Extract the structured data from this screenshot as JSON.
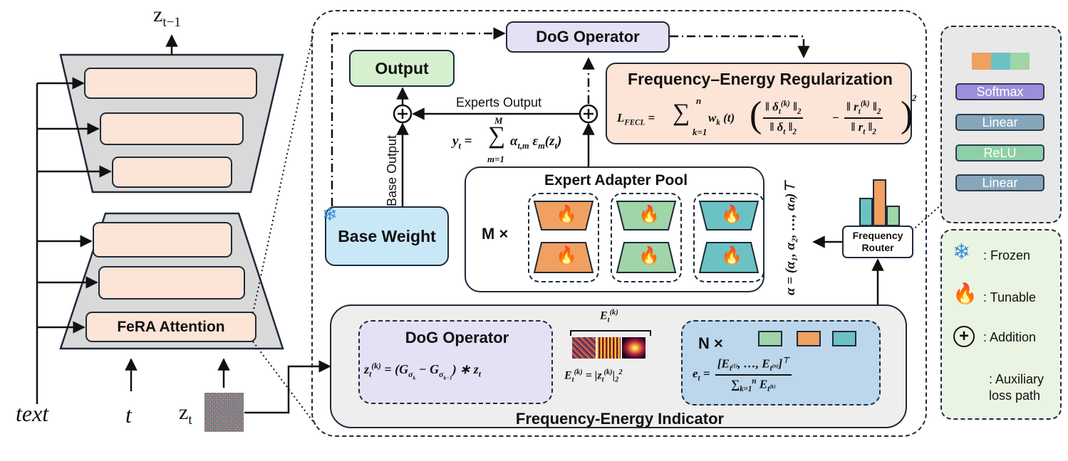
{
  "unet": {
    "top_label": "z",
    "top_sub": "t−1",
    "fera_label": "FeRA Attention",
    "input_text": "text",
    "input_t": "t",
    "input_z": "z",
    "input_z_sub": "t"
  },
  "main": {
    "dog_top_label": "DoG Operator",
    "output_label": "Output",
    "experts_output_label": "Experts Output",
    "base_output_label": "Base Output",
    "base_weight_label": "Base Weight",
    "fer_title": "Frequency–Energy Regularization",
    "fer_lhs": "L",
    "fer_lhs_sub": "FECL",
    "sum_upper_n": "n",
    "sum_lower_k1": "k=1",
    "yt_label": "y",
    "yt_sub": "t",
    "sum_upper_M": "M",
    "sum_lower_m1": "m=1",
    "pool_title": "Expert Adapter Pool",
    "pool_count": "M ×",
    "alpha_label": "α = (α₁, α₂, …, αₙ)⊤",
    "router_label_1": "Frequency",
    "router_label_2": "Router",
    "fei_title": "Frequency-Energy Indicator",
    "dog_inner_label": "DoG Operator",
    "energy_top": "E",
    "n_count": "N ×"
  },
  "router_stack": {
    "layers": [
      "Softmax",
      "Linear",
      "ReLU",
      "Linear"
    ]
  },
  "legend": {
    "items": [
      {
        "name": "frozen",
        "label": ": Frozen"
      },
      {
        "name": "tunable",
        "label": ": Tunable"
      },
      {
        "name": "addition",
        "label": ": Addition"
      },
      {
        "name": "auxiliary",
        "label": ": Auxiliary loss path"
      }
    ]
  },
  "colors": {
    "output_fill": "#d5f0cf",
    "dog_fill": "#e4e1f4",
    "base_weight_fill": "#c9e8f7",
    "fer_fill": "#fce4d6",
    "fei_fill": "#eeeeee",
    "energy_fill": "#bcd6ec",
    "orange": "#f0a060",
    "green": "#9fd5a8",
    "teal": "#6cc2c2",
    "router_panel": "#e8e8e8",
    "legend_fill": "#eaf4e2"
  }
}
